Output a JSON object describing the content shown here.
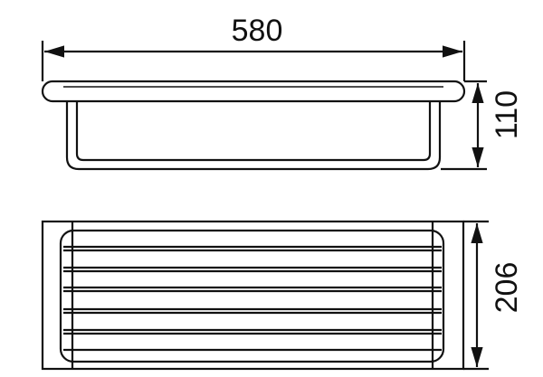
{
  "drawing": {
    "front_view": {
      "width_label": "580",
      "height_label": "110"
    },
    "top_view": {
      "depth_label": "206"
    },
    "colors": {
      "line": "#111111",
      "background": "#ffffff"
    }
  }
}
